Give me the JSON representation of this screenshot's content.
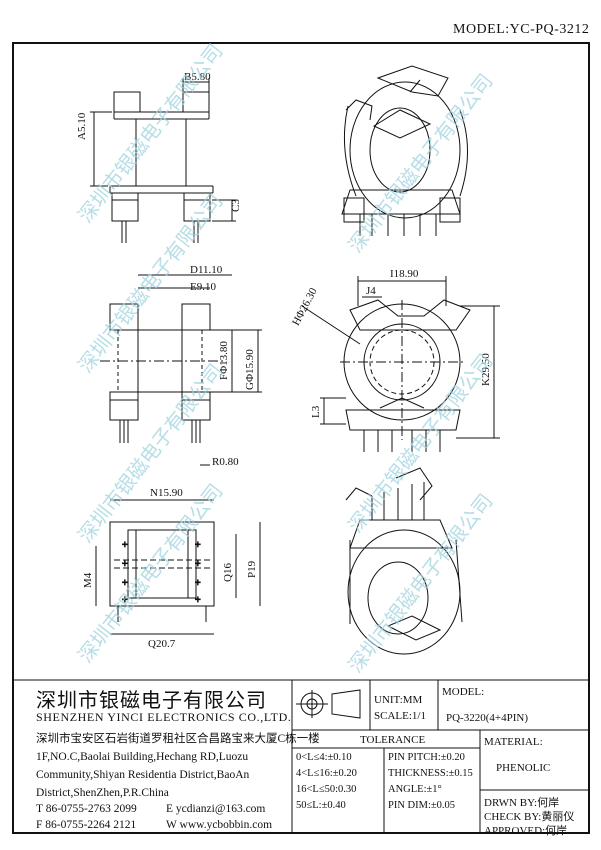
{
  "header": {
    "model_label": "MODEL:YC-PQ-3212"
  },
  "dims": {
    "b": "B5.80",
    "a": "A5.10",
    "c": "C3",
    "d": "D11.10",
    "e": "E9.10",
    "f": "FΦ13.80",
    "g": "GΦ15.90",
    "r": "R0.80",
    "i": "I18.90",
    "j": "J4",
    "h": "HΦ26.30",
    "k": "K29.50",
    "l": "L3",
    "n": "N15.90",
    "m": "M4",
    "q16": "Q16",
    "p": "P19",
    "q207": "Q20.7"
  },
  "watermark": "深圳市银磁电子有限公司",
  "company": {
    "name_cn": "深圳市银磁电子有限公司",
    "name_en": "SHENZHEN YINCI ELECTRONICS CO.,LTD.",
    "addr_cn": "深圳市宝安区石岩街道罗租社区合昌路宝来大厦C栋一楼",
    "addr_en1": "1F,NO.C,Baolai Building,Hechang RD,Luozu",
    "addr_en2": "Community,Shiyan Residentia District,BaoAn",
    "addr_en3": "District,ShenZhen,P.R.China",
    "tel": "T 86-0755-2763 2099",
    "fax": "F 86-0755-2264 2121",
    "email": "E ycdianzi@163.com",
    "web": "W www.ycbobbin.com"
  },
  "units": {
    "unit": "UNIT:MM",
    "scale": "SCALE:1/1"
  },
  "model_box": {
    "label": "MODEL:",
    "value": "PQ-3220(4+4PIN)"
  },
  "tolerance": {
    "title": "TOLERANCE",
    "rows": [
      "0<L≤4:±0.10",
      "4<L≤16:±0.20",
      "16<L≤50:0.30",
      "50≤L:±0.40"
    ],
    "right": [
      "PIN PITCH:±0.20",
      "THICKNESS:±0.15",
      "ANGLE:±1°",
      "PIN DIM:±0.05"
    ]
  },
  "material": {
    "label": "MATERIAL:",
    "value": "PHENOLIC"
  },
  "signoff": {
    "drawn": "DRWN BY:何岸",
    "check": "CHECK BY:黄丽仪",
    "approved": "APPROVED:何岸"
  }
}
